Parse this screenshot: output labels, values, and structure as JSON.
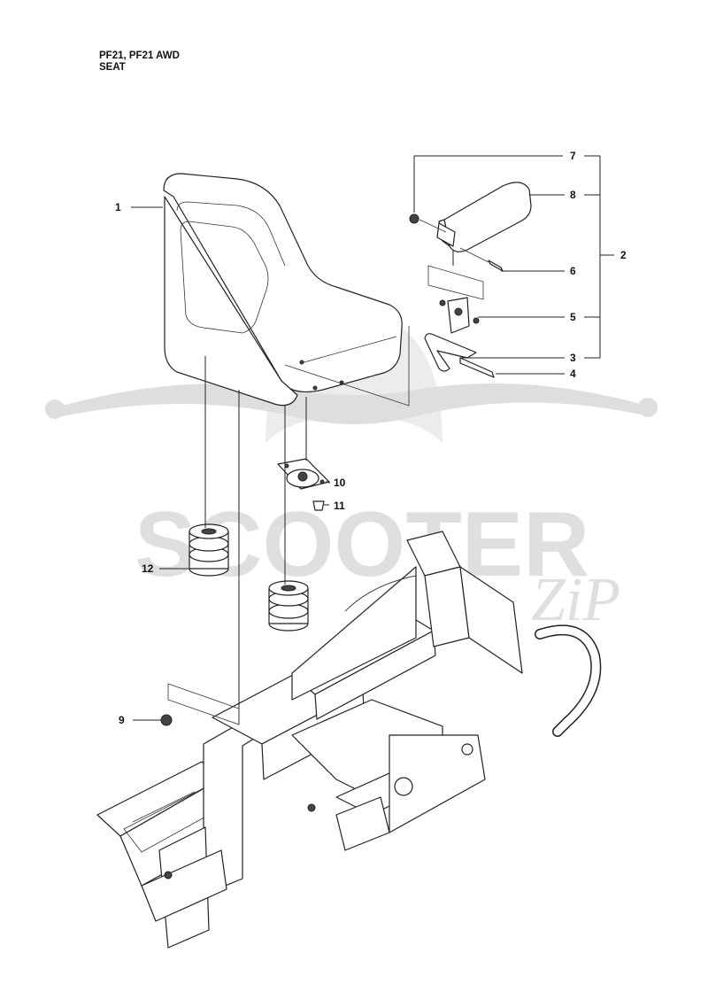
{
  "header": {
    "model": "PF21, PF21 AWD",
    "section": "SEAT"
  },
  "watermark": {
    "brand": "SCOOTER",
    "sub": "ZiP"
  },
  "callouts": [
    {
      "id": "c1",
      "number": "1"
    },
    {
      "id": "c2",
      "number": "2"
    },
    {
      "id": "c3",
      "number": "3"
    },
    {
      "id": "c4",
      "number": "4"
    },
    {
      "id": "c5",
      "number": "5"
    },
    {
      "id": "c6",
      "number": "6"
    },
    {
      "id": "c7",
      "number": "7"
    },
    {
      "id": "c8",
      "number": "8"
    },
    {
      "id": "c9",
      "number": "9"
    },
    {
      "id": "c10",
      "number": "10"
    },
    {
      "id": "c11",
      "number": "11"
    },
    {
      "id": "c12",
      "number": "12"
    }
  ],
  "colors": {
    "line": "#222222",
    "watermark": "#d9d9d9",
    "background": "#ffffff"
  }
}
